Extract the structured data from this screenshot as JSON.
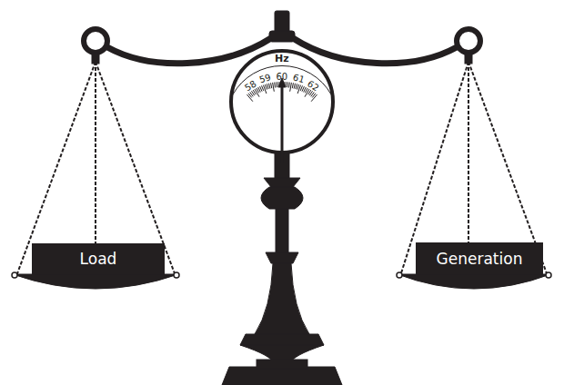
{
  "diagram": {
    "nodes": [
      {
        "text": [
          "Load"
        ]
      },
      {
        "text": [
          "Generation"
        ]
      }
    ],
    "labels": [
      "Hz",
      "58",
      "59",
      "60",
      "61",
      "62"
    ]
  }
}
